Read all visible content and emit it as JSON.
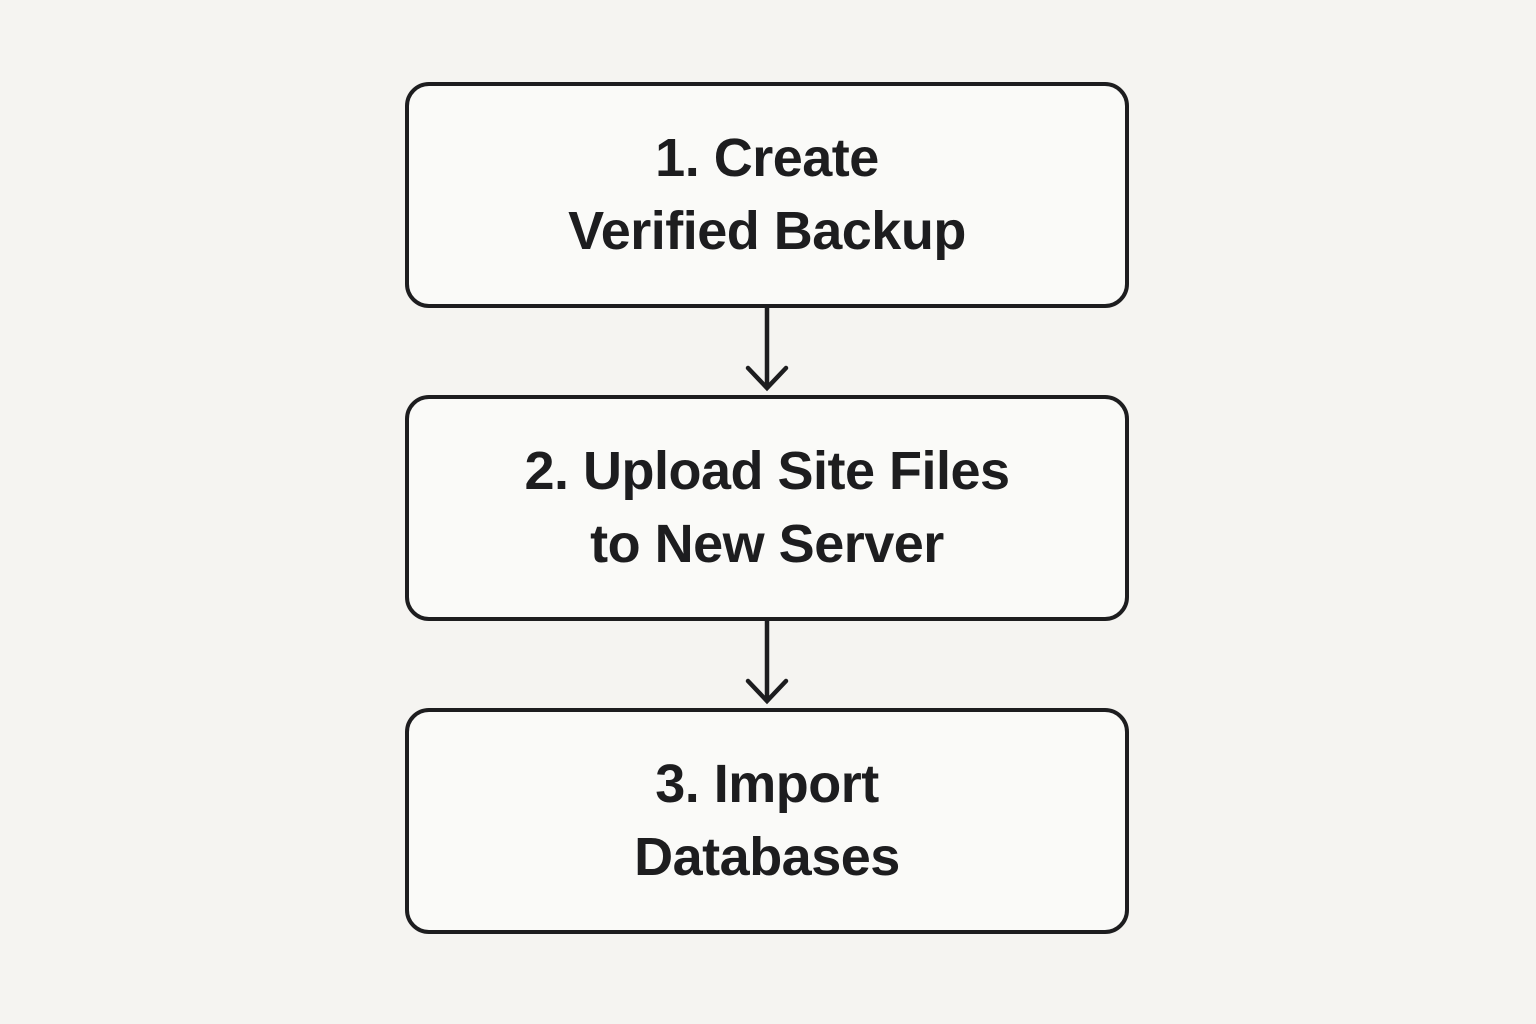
{
  "diagram": {
    "type": "flowchart",
    "direction": "top-down",
    "steps": [
      {
        "id": 1,
        "lines": [
          "1. Create",
          "Verified Backup"
        ],
        "label": "1. Create Verified Backup"
      },
      {
        "id": 2,
        "lines": [
          "2. Upload Site Files",
          "to New Server"
        ],
        "label": "2. Upload Site Files to New Server"
      },
      {
        "id": 3,
        "lines": [
          "3. Import",
          "Databases"
        ],
        "label": "3. Import Databases"
      }
    ],
    "connectors": [
      {
        "from": 1,
        "to": 2,
        "style": "arrow-down"
      },
      {
        "from": 2,
        "to": 3,
        "style": "arrow-down"
      }
    ],
    "colors": {
      "background": "#f5f4f1",
      "box_fill": "#fafaf8",
      "stroke": "#1d1d1f",
      "text": "#1d1d1f"
    }
  }
}
